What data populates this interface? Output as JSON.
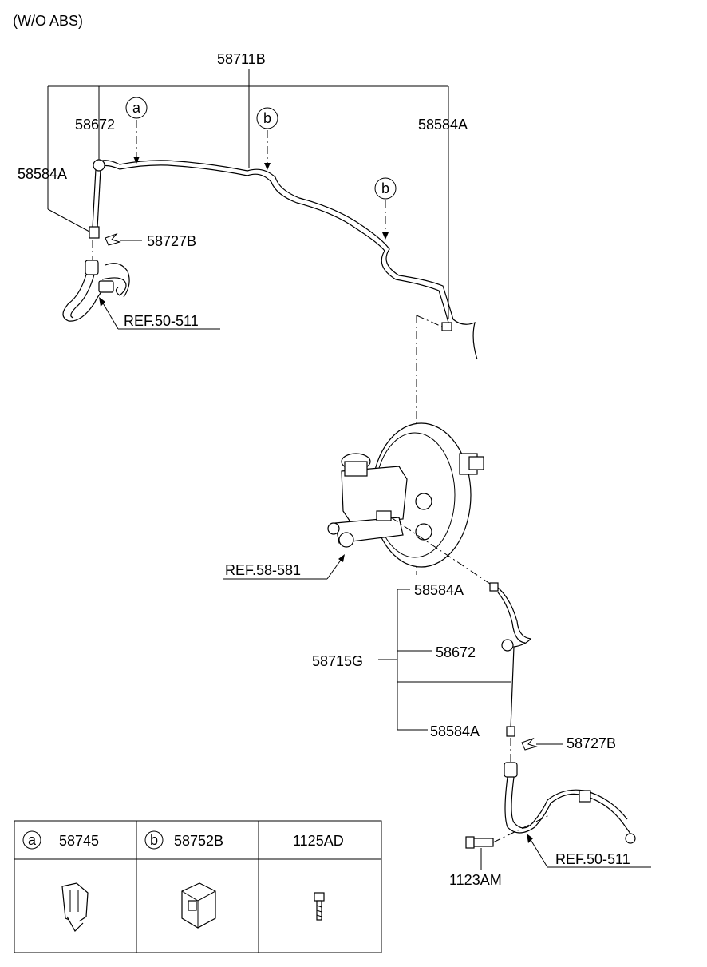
{
  "header": {
    "variant_note": "(W/O ABS)"
  },
  "labels": {
    "main_tube": "58711B",
    "clip_left": "58672",
    "fitting_top_left": "58584A",
    "fitting_top_right": "58584A",
    "clip_top_left": "58727B",
    "ref_hose_top": "REF.50-511",
    "ref_master_cyl": "REF.58-581",
    "fitting_mid": "58584A",
    "tube_assy": "58715G",
    "clip_mid": "58672",
    "fitting_low": "58584A",
    "clip_low": "58727B",
    "ref_hose_bottom": "REF.50-511",
    "bolt": "1123AM"
  },
  "callouts": {
    "a": "a",
    "b": "b"
  },
  "legend_table": {
    "cols": [
      {
        "marker": "a",
        "part_no": "58745",
        "icon": "clip-a-icon"
      },
      {
        "marker": "b",
        "part_no": "58752B",
        "icon": "clip-b-icon"
      },
      {
        "marker": "",
        "part_no": "1125AD",
        "icon": "bolt-icon"
      }
    ]
  }
}
